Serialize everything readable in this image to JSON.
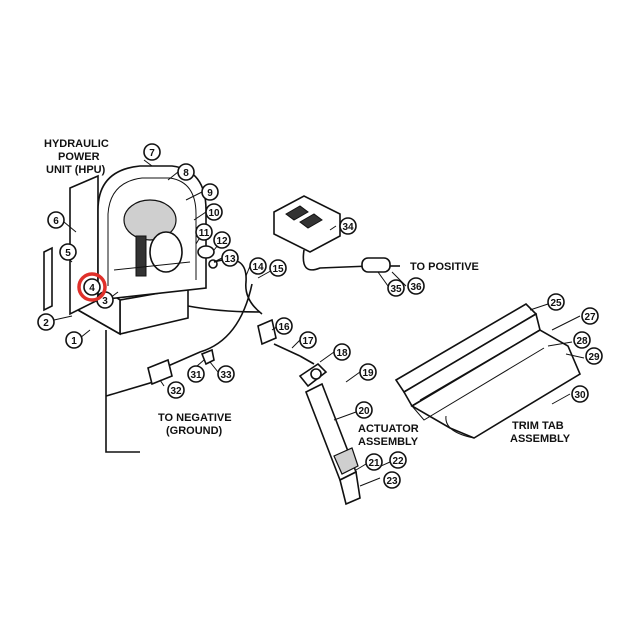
{
  "labels": {
    "hpu_line1": "HYDRAULIC",
    "hpu_line2": "POWER",
    "hpu_line3": "UNIT (HPU)",
    "to_positive": "TO POSITIVE",
    "to_negative_line1": "TO NEGATIVE",
    "to_negative_line2": "(GROUND)",
    "actuator_line1": "ACTUATOR",
    "actuator_line2": "ASSEMBLY",
    "trimtab_line1": "TRIM TAB",
    "trimtab_line2": "ASSEMBLY"
  },
  "callouts": {
    "c1": "1",
    "c2": "2",
    "c3": "3",
    "c4": "4",
    "c5": "5",
    "c6": "6",
    "c7": "7",
    "c8": "8",
    "c9": "9",
    "c10": "10",
    "c11": "11",
    "c12": "12",
    "c13": "13",
    "c14": "14",
    "c15": "15",
    "c16": "16",
    "c17": "17",
    "c18": "18",
    "c19": "19",
    "c20": "20",
    "c21": "21",
    "c22": "22",
    "c23": "23",
    "c25": "25",
    "c27": "27",
    "c28": "28",
    "c29": "29",
    "c30": "30",
    "c31": "31",
    "c32": "32",
    "c33": "33",
    "c34": "34",
    "c35": "35",
    "c36": "36"
  },
  "highlight": {
    "callout": "4",
    "color": "#e0302a"
  }
}
